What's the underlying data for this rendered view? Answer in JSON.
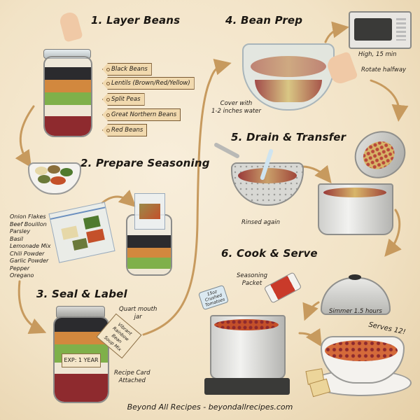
{
  "steps": [
    {
      "number": "1.",
      "title": "1. Layer Beans"
    },
    {
      "number": "2.",
      "title": "2. Prepare Seasoning"
    },
    {
      "number": "3.",
      "title": "3. Seal & Label"
    },
    {
      "number": "4.",
      "title": "4. Bean Prep"
    },
    {
      "number": "5.",
      "title": "5. Drain & Transfer"
    },
    {
      "number": "6.",
      "title": "6. Cook & Serve"
    }
  ],
  "layer_tags": [
    "Black Beans",
    "Lentils (Brown/Red/Yellow)",
    "Split Peas",
    "Great Northern Beans",
    "Red Beans"
  ],
  "seasoning_ingredients": [
    "Onion Flakes",
    "Beef Bouillon",
    "Parsley",
    "Basil",
    "Lemonade Mix",
    "Chili Powder",
    "Garlic Powder",
    "Pepper",
    "Oregano"
  ],
  "seal": {
    "jar_note_line1": "Quart mouth",
    "jar_note_line2": "jar",
    "exp_label": "EXP: 1 YEAR",
    "tag_line1": "Vibrant",
    "tag_line2": "Rainbow Bean",
    "tag_line3": "Soup Mix",
    "card_note_line1": "Recipe Card",
    "card_note_line2": "Attached"
  },
  "prep": {
    "water_note_line1": "Cover with",
    "water_note_line2": "1-2 inches water",
    "microwave_note": "High, 15 min",
    "rotate_note": "Rotate halfway"
  },
  "drain": {
    "rinse_note": "Rinsed again"
  },
  "cook": {
    "can_label_line1": "15oz",
    "can_label_line2": "Crushed",
    "can_label_line3": "Tomatoes",
    "seasoning_note_line1": "Seasoning",
    "seasoning_note_line2": "Packet",
    "simmer_note": "Simmer 1.5 hours",
    "serves_note": "Serves 12!"
  },
  "footer": "Beyond All Recipes - beyondallrecipes.com",
  "colors": {
    "paper": "#f3e6cf",
    "arrow": "#c79a5e",
    "black_beans": "#2b2b2e",
    "lentils": "#d2883e",
    "split_peas": "#7fb04a",
    "northern_beans": "#efe6d4",
    "red_beans": "#8e2a2e",
    "soup": "#c4502a"
  }
}
